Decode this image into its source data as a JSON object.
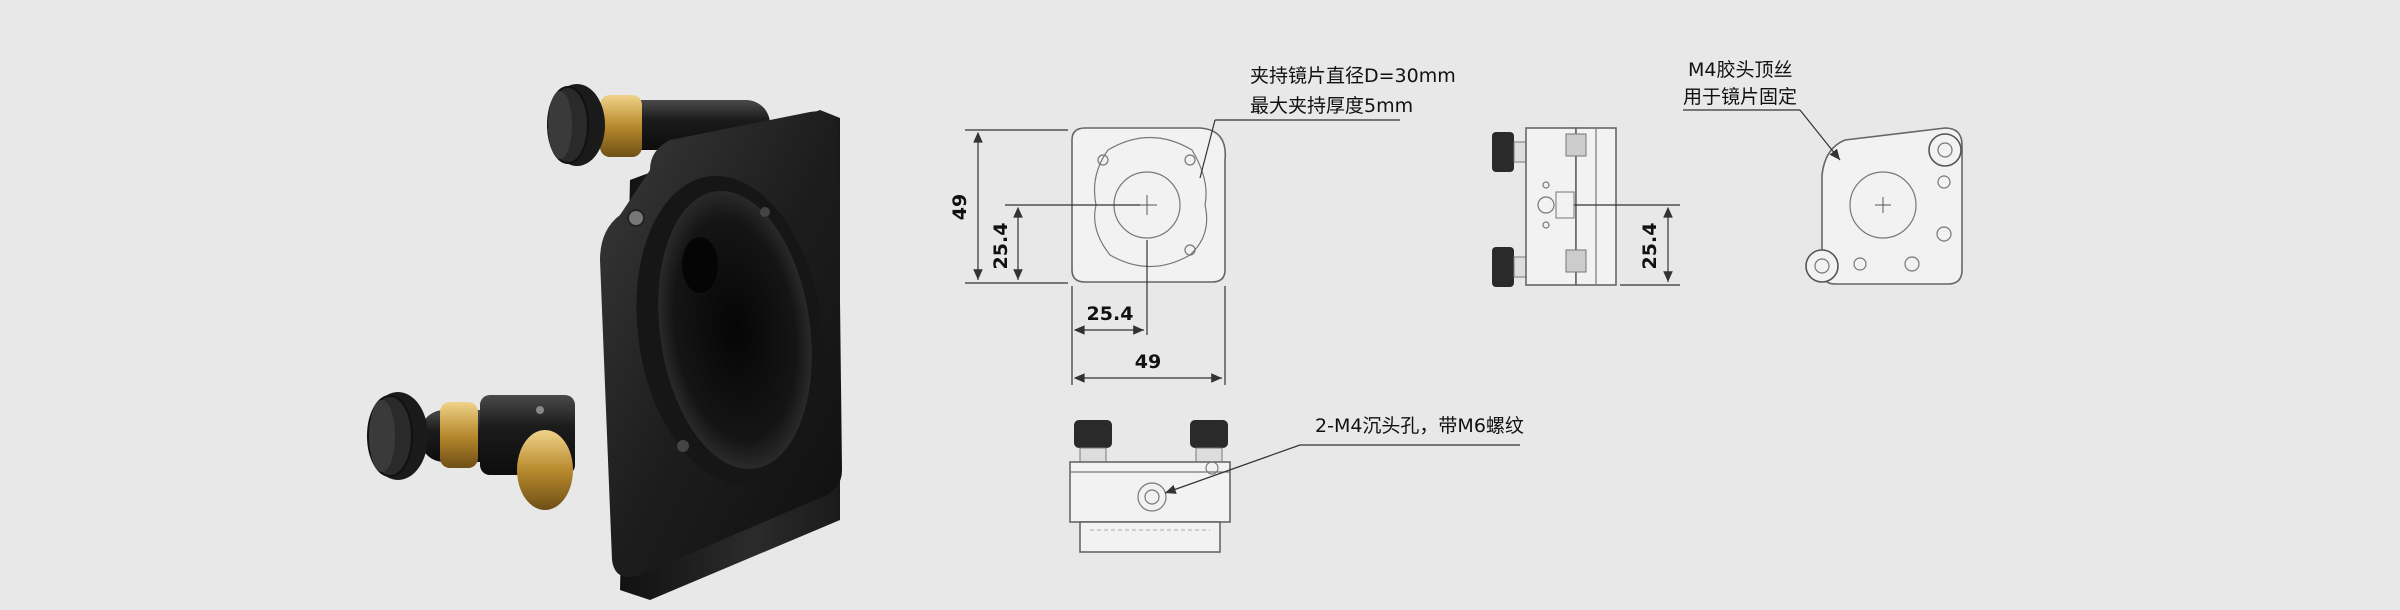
{
  "product_photo": {
    "alt": "Kinematic mirror mount, black anodized with two brass adjusters"
  },
  "front_view": {
    "note_line1": "夹持镜片直径D=30mm",
    "note_line2": "最大夹持厚度5mm",
    "dim_height_total": "49",
    "dim_height_center": "25.4",
    "dim_width_center": "25.4",
    "dim_width_total": "49"
  },
  "side_view": {
    "dim_height_center": "25.4"
  },
  "back_view": {
    "note_line1": "M4胶头顶丝",
    "note_line2": "用于镜片固定"
  },
  "top_view": {
    "note": "2-M4沉头孔，带M6螺纹"
  },
  "colors": {
    "background": "#e8e8e8",
    "body": "#1c1c1c",
    "brass": "#c9a04a",
    "line": "#333333"
  }
}
